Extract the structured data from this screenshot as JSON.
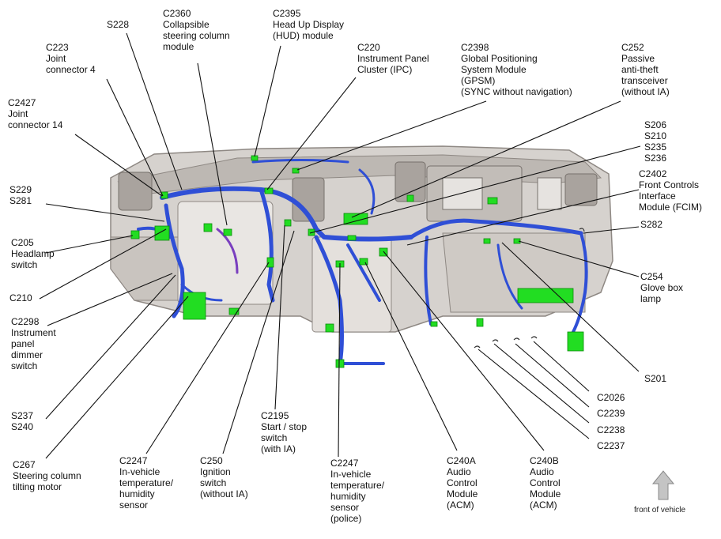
{
  "labels": {
    "s228": [
      "S228"
    ],
    "c2360": [
      "C2360",
      "Collapsible",
      "steering column",
      "module"
    ],
    "c2395": [
      "C2395",
      "Head Up Display",
      "(HUD) module"
    ],
    "c223": [
      "C223",
      "Joint",
      "connector 4"
    ],
    "c220": [
      "C220",
      "Instrument Panel",
      "Cluster (IPC)"
    ],
    "c2398": [
      "C2398",
      "Global Positioning",
      "System Module",
      "(GPSM)",
      "(SYNC without navigation)"
    ],
    "c252": [
      "C252",
      "Passive",
      "anti-theft",
      "transceiver",
      "(without IA)"
    ],
    "c2427": [
      "C2427",
      "Joint",
      "connector 14"
    ],
    "s206": [
      "S206",
      "S210",
      "S235",
      "S236"
    ],
    "c2402": [
      "C2402",
      "Front Controls",
      "Interface",
      "Module (FCIM)"
    ],
    "s229": [
      "S229",
      "S281"
    ],
    "s282": [
      "S282"
    ],
    "c205": [
      "C205",
      "Headlamp",
      "switch"
    ],
    "c254": [
      "C254",
      "Glove box",
      "lamp"
    ],
    "c210": [
      "C210"
    ],
    "c2298": [
      "C2298",
      "Instrument",
      "panel",
      "dimmer",
      "switch"
    ],
    "s201": [
      "S201"
    ],
    "c2026": [
      "C2026"
    ],
    "c2239": [
      "C2239"
    ],
    "c2238": [
      "C2238"
    ],
    "c2237": [
      "C2237"
    ],
    "s237": [
      "S237",
      "S240"
    ],
    "c2195": [
      "C2195",
      "Start / stop",
      "switch",
      "(with IA)"
    ],
    "c267": [
      "C267",
      "Steering column",
      "tilting motor"
    ],
    "c2247a": [
      "C2247",
      "In-vehicle",
      "temperature/",
      "humidity",
      "sensor"
    ],
    "c250": [
      "C250",
      "Ignition",
      "switch",
      "(without IA)"
    ],
    "c2247b": [
      "C2247",
      "In-vehicle",
      "temperature/",
      "humidity",
      "sensor",
      "(police)"
    ],
    "c240a": [
      "C240A",
      "Audio",
      "Control",
      "Module",
      "(ACM)"
    ],
    "c240b": [
      "C240B",
      "Audio",
      "Control",
      "Module",
      "(ACM)"
    ]
  },
  "front_of_vehicle": "front of vehicle",
  "colors": {
    "harness": "#2f4fd6",
    "connector": "#22dd22",
    "dash": "#c9c4bf",
    "dash_dark": "#8e8883",
    "leader": "#111111"
  }
}
